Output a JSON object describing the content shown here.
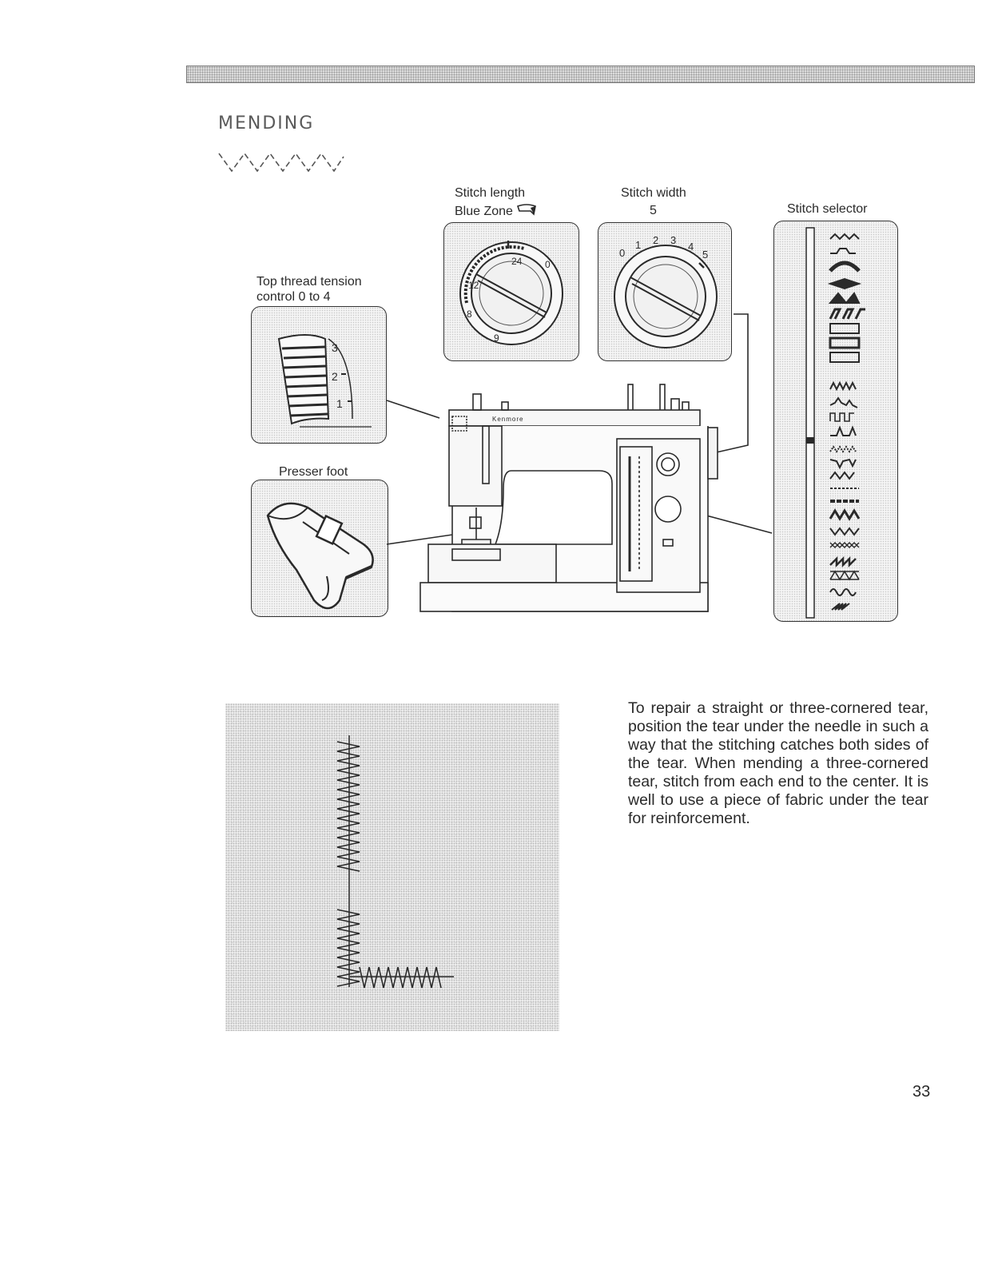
{
  "section": {
    "title": "MENDING"
  },
  "labels": {
    "stitch_length": "Stitch length",
    "blue_zone": "Blue Zone",
    "stitch_width": "Stitch width",
    "stitch_width_value": "5",
    "stitch_selector": "Stitch selector",
    "top_thread_tension_line1": "Top thread tension",
    "top_thread_tension_line2": "control 0 to 4",
    "presser_foot": "Presser foot"
  },
  "dials": {
    "length_numbers": [
      "24",
      "0",
      "12",
      "8",
      "9"
    ],
    "width_numbers": [
      "0",
      "1",
      "2",
      "3",
      "4",
      "5"
    ],
    "tension_numbers": [
      "3",
      "2",
      "1"
    ]
  },
  "machine": {
    "brand": "Kenmore"
  },
  "body_text": "To repair a straight or three-cornered tear, position the tear under the needle in such a way that the stitching catches both sides of the tear. When mending a three-cornered tear, stitch from each end to the center. It is well to use a piece of fabric under the tear for reinforcement.",
  "page_number": "33"
}
